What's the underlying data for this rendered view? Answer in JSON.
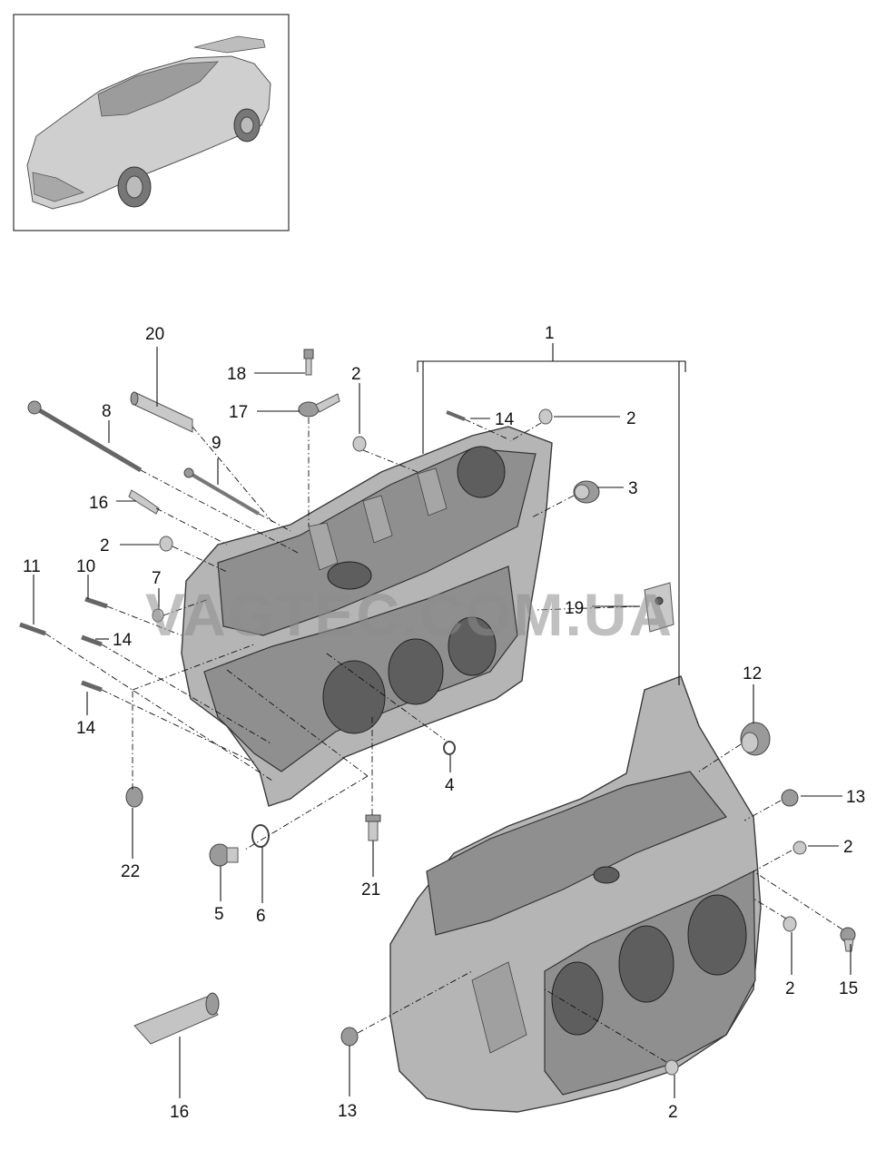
{
  "watermark": "VAGTEC.COM.UA",
  "callouts": {
    "c1": "1",
    "c2a": "2",
    "c2b": "2",
    "c2c": "2",
    "c2d": "2",
    "c2e": "2",
    "c2f": "2",
    "c3": "3",
    "c4": "4",
    "c5": "5",
    "c6": "6",
    "c7": "7",
    "c8": "8",
    "c9": "9",
    "c10": "10",
    "c11": "11",
    "c12": "12",
    "c13a": "13",
    "c13b": "13",
    "c14a": "14",
    "c14b": "14",
    "c14c": "14",
    "c15": "15",
    "c16a": "16",
    "c16b": "16",
    "c17": "17",
    "c18": "18",
    "c19": "19",
    "c20": "20",
    "c21": "21",
    "c22": "22"
  },
  "colors": {
    "line": "#111111",
    "part": "#c9c9c9",
    "block": "#b5b5b5",
    "background": "#ffffff"
  }
}
